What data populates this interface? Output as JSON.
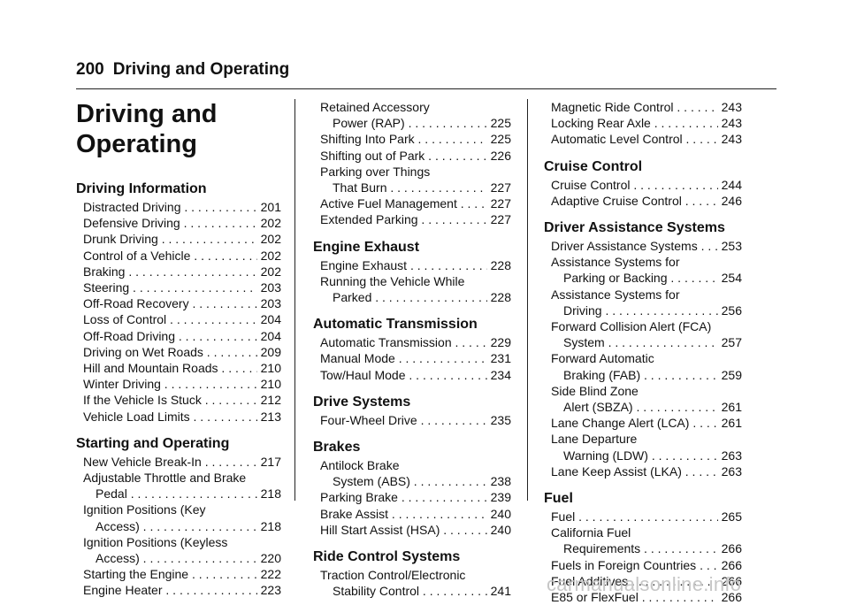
{
  "header": {
    "page_number": "200",
    "section_title": "Driving and Operating"
  },
  "chapter_title": [
    "Driving and",
    "Operating"
  ],
  "columns": [
    [
      {
        "heading": "Driving Information",
        "entries": [
          {
            "text": [
              "Distracted Driving"
            ],
            "page": "201"
          },
          {
            "text": [
              "Defensive Driving"
            ],
            "page": "202"
          },
          {
            "text": [
              "Drunk Driving"
            ],
            "page": "202"
          },
          {
            "text": [
              "Control of a Vehicle"
            ],
            "page": "202"
          },
          {
            "text": [
              "Braking"
            ],
            "page": "202"
          },
          {
            "text": [
              "Steering"
            ],
            "page": "203"
          },
          {
            "text": [
              "Off-Road Recovery"
            ],
            "page": "203"
          },
          {
            "text": [
              "Loss of Control"
            ],
            "page": "204"
          },
          {
            "text": [
              "Off-Road Driving"
            ],
            "page": "204"
          },
          {
            "text": [
              "Driving on Wet Roads"
            ],
            "page": "209"
          },
          {
            "text": [
              "Hill and Mountain Roads"
            ],
            "page": "210"
          },
          {
            "text": [
              "Winter Driving"
            ],
            "page": "210"
          },
          {
            "text": [
              "If the Vehicle Is Stuck"
            ],
            "page": "212"
          },
          {
            "text": [
              "Vehicle Load Limits"
            ],
            "page": "213"
          }
        ]
      },
      {
        "heading": "Starting and Operating",
        "entries": [
          {
            "text": [
              "New Vehicle Break-In"
            ],
            "page": "217"
          },
          {
            "text": [
              "Adjustable Throttle and Brake",
              "Pedal"
            ],
            "page": "218"
          },
          {
            "text": [
              "Ignition Positions (Key",
              "Access)"
            ],
            "page": "218"
          },
          {
            "text": [
              "Ignition Positions (Keyless",
              "Access)"
            ],
            "page": "220"
          },
          {
            "text": [
              "Starting the Engine"
            ],
            "page": "222"
          },
          {
            "text": [
              "Engine Heater"
            ],
            "page": "223"
          }
        ]
      }
    ],
    [
      {
        "heading": "",
        "entries": [
          {
            "text": [
              "Retained Accessory",
              "Power (RAP)"
            ],
            "page": "225"
          },
          {
            "text": [
              "Shifting Into Park"
            ],
            "page": "225"
          },
          {
            "text": [
              "Shifting out of Park"
            ],
            "page": "226"
          },
          {
            "text": [
              "Parking over Things",
              "That Burn"
            ],
            "page": "227"
          },
          {
            "text": [
              "Active Fuel Management"
            ],
            "page": "227"
          },
          {
            "text": [
              "Extended Parking"
            ],
            "page": "227"
          }
        ]
      },
      {
        "heading": "Engine Exhaust",
        "entries": [
          {
            "text": [
              "Engine Exhaust"
            ],
            "page": "228"
          },
          {
            "text": [
              "Running the Vehicle While",
              "Parked"
            ],
            "page": "228"
          }
        ]
      },
      {
        "heading": "Automatic Transmission",
        "entries": [
          {
            "text": [
              "Automatic Transmission"
            ],
            "page": "229"
          },
          {
            "text": [
              "Manual Mode"
            ],
            "page": "231"
          },
          {
            "text": [
              "Tow/Haul Mode"
            ],
            "page": "234"
          }
        ]
      },
      {
        "heading": "Drive Systems",
        "entries": [
          {
            "text": [
              "Four-Wheel Drive"
            ],
            "page": "235"
          }
        ]
      },
      {
        "heading": "Brakes",
        "entries": [
          {
            "text": [
              "Antilock Brake",
              "System (ABS)"
            ],
            "page": "238"
          },
          {
            "text": [
              "Parking Brake"
            ],
            "page": "239"
          },
          {
            "text": [
              "Brake Assist"
            ],
            "page": "240"
          },
          {
            "text": [
              "Hill Start Assist (HSA)"
            ],
            "page": "240"
          }
        ]
      },
      {
        "heading": "Ride Control Systems",
        "entries": [
          {
            "text": [
              "Traction Control/Electronic",
              "Stability Control"
            ],
            "page": "241"
          }
        ]
      }
    ],
    [
      {
        "heading": "",
        "entries": [
          {
            "text": [
              "Magnetic Ride Control"
            ],
            "page": "243"
          },
          {
            "text": [
              "Locking Rear Axle"
            ],
            "page": "243"
          },
          {
            "text": [
              "Automatic Level Control"
            ],
            "page": "243"
          }
        ]
      },
      {
        "heading": "Cruise Control",
        "entries": [
          {
            "text": [
              "Cruise Control"
            ],
            "page": "244"
          },
          {
            "text": [
              "Adaptive Cruise Control"
            ],
            "page": "246"
          }
        ]
      },
      {
        "heading": "Driver Assistance Systems",
        "entries": [
          {
            "text": [
              "Driver Assistance Systems"
            ],
            "page": "253"
          },
          {
            "text": [
              "Assistance Systems for",
              "Parking or Backing"
            ],
            "page": "254"
          },
          {
            "text": [
              "Assistance Systems for",
              "Driving"
            ],
            "page": "256"
          },
          {
            "text": [
              "Forward Collision Alert (FCA)",
              "System"
            ],
            "page": "257"
          },
          {
            "text": [
              "Forward Automatic",
              "Braking (FAB)"
            ],
            "page": "259"
          },
          {
            "text": [
              "Side Blind Zone",
              "Alert (SBZA)"
            ],
            "page": "261"
          },
          {
            "text": [
              "Lane Change Alert (LCA)"
            ],
            "page": "261"
          },
          {
            "text": [
              "Lane Departure",
              "Warning (LDW)"
            ],
            "page": "263"
          },
          {
            "text": [
              "Lane Keep Assist (LKA)"
            ],
            "page": "263"
          }
        ]
      },
      {
        "heading": "Fuel",
        "entries": [
          {
            "text": [
              "Fuel"
            ],
            "page": "265"
          },
          {
            "text": [
              "California Fuel",
              "Requirements"
            ],
            "page": "266"
          },
          {
            "text": [
              "Fuels in Foreign Countries"
            ],
            "page": "266"
          },
          {
            "text": [
              "Fuel Additives"
            ],
            "page": "266"
          },
          {
            "text": [
              "E85 or FlexFuel"
            ],
            "page": "266"
          }
        ]
      }
    ]
  ],
  "watermark": "carmanualsonline.info"
}
